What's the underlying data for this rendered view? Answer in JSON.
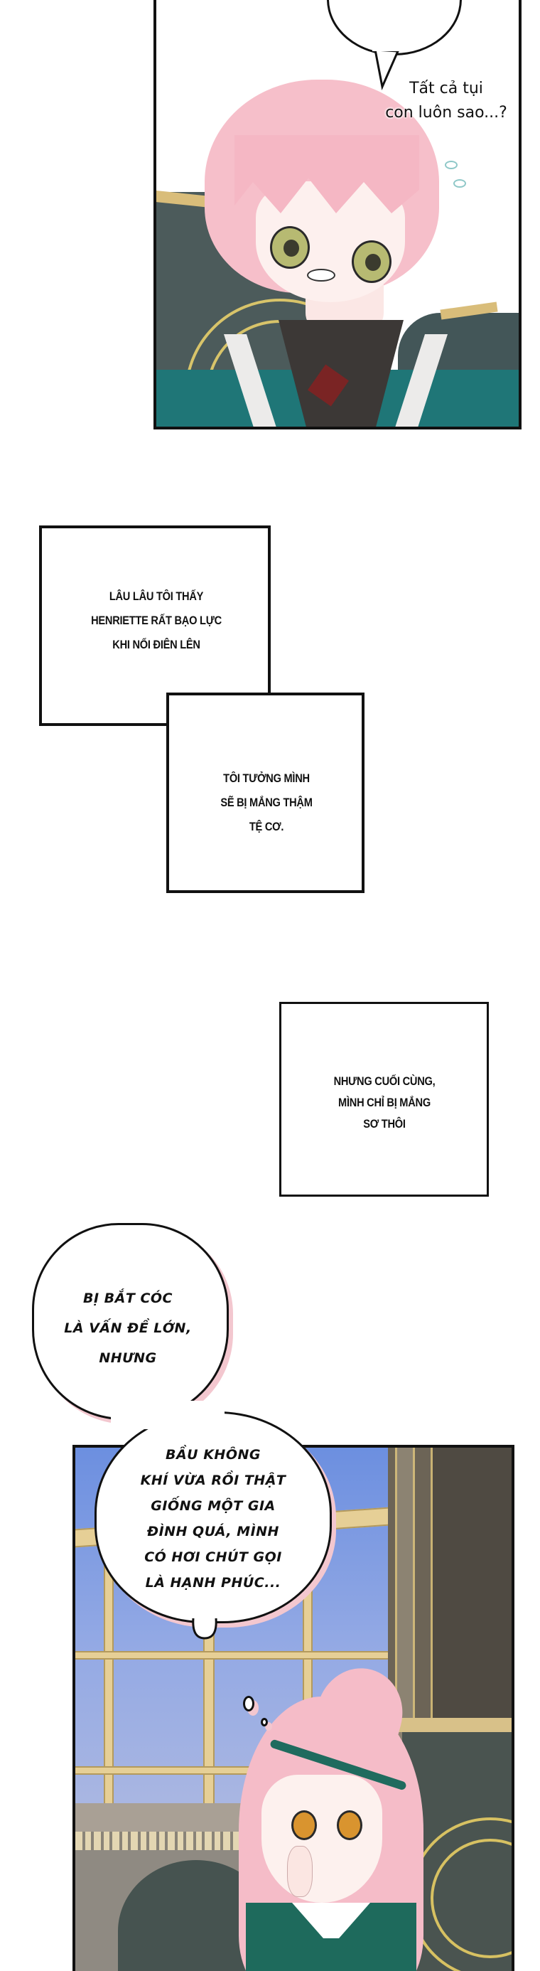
{
  "page": {
    "type": "webtoon-strip",
    "language": "vi",
    "background": "#ffffff"
  },
  "panel1": {
    "speech_bubble": {
      "lines": [
        "Tất cả tụi",
        "con luôn sao...?"
      ]
    },
    "character": {
      "hair_color": "#f6bfca",
      "eye_color": "#b7ba72",
      "jacket_color": "#1f7677"
    },
    "colors": {
      "sofa": "#4c5b5b",
      "gold_trim": "#d9bd7a",
      "border": "#111111"
    }
  },
  "narration": {
    "box1": {
      "lines": [
        "LÂU LÂU TÔI THẤY",
        "HENRIETTE RẤT BẠO LỰC",
        "KHI NỔI ĐIÊN LÊN"
      ]
    },
    "box2": {
      "lines": [
        "TÔI TƯỞNG MÌNH",
        "SẼ BỊ MẮNG THẬM",
        "TỆ CƠ."
      ]
    },
    "box3": {
      "lines": [
        "NHƯNG CUỐI CÙNG,",
        "MÌNH CHỈ BỊ MẮNG",
        "SƠ THÔI"
      ]
    }
  },
  "thoughts": {
    "bubble1": {
      "lines": [
        "BỊ BẮT CÓC",
        "LÀ VẤN ĐỀ LỚN,",
        "NHƯNG"
      ]
    },
    "bubble2": {
      "lines": [
        "BẦU KHÔNG",
        "KHÍ VỪA RỒI THẬT",
        "GIỐNG MỘT GIA",
        "ĐÌNH QUÁ, MÌNH",
        "CÓ HƠI CHÚT GỌI",
        "LÀ HẠNH PHÚC..."
      ]
    },
    "shadow_color": "#f3c7cf"
  },
  "panel2": {
    "character": {
      "hair_color": "#f5bcc8",
      "eye_color": "#d9942f",
      "headband_color": "#1f6b5e",
      "dress_color": "#1e6a5c"
    },
    "colors": {
      "sky": "#8ea8e0",
      "window_frame": "#e6cf96",
      "wall_panel": "#4f4a42",
      "sofa": "#4a5450"
    }
  }
}
